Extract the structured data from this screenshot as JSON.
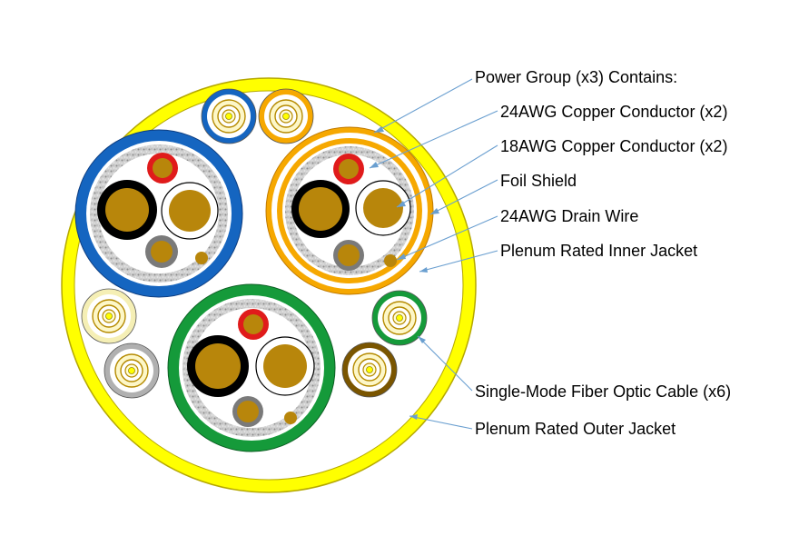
{
  "labels": {
    "power_group": "Power Group (x3) Contains:",
    "copper_24awg": "24AWG Copper Conductor (x2)",
    "copper_18awg": "18AWG Copper Conductor (x2)",
    "foil_shield": "Foil Shield",
    "drain_wire": "24AWG Drain Wire",
    "inner_jacket": "Plenum Rated Inner Jacket",
    "fiber_cable": "Single-Mode Fiber Optic Cable (x6)",
    "outer_jacket": "Plenum Rated Outer Jacket"
  },
  "colors": {
    "outer_jacket": "#ffff00",
    "copper": "#b8860b",
    "foil": "#b0b0b0",
    "leader": "#6a9fd0",
    "group_blue": "#1565c0",
    "group_orange": "#f6a800",
    "group_green": "#159a3a",
    "conductor_red": "#e01b1b",
    "conductor_black": "#000000",
    "conductor_gray": "#7a7a7a"
  }
}
